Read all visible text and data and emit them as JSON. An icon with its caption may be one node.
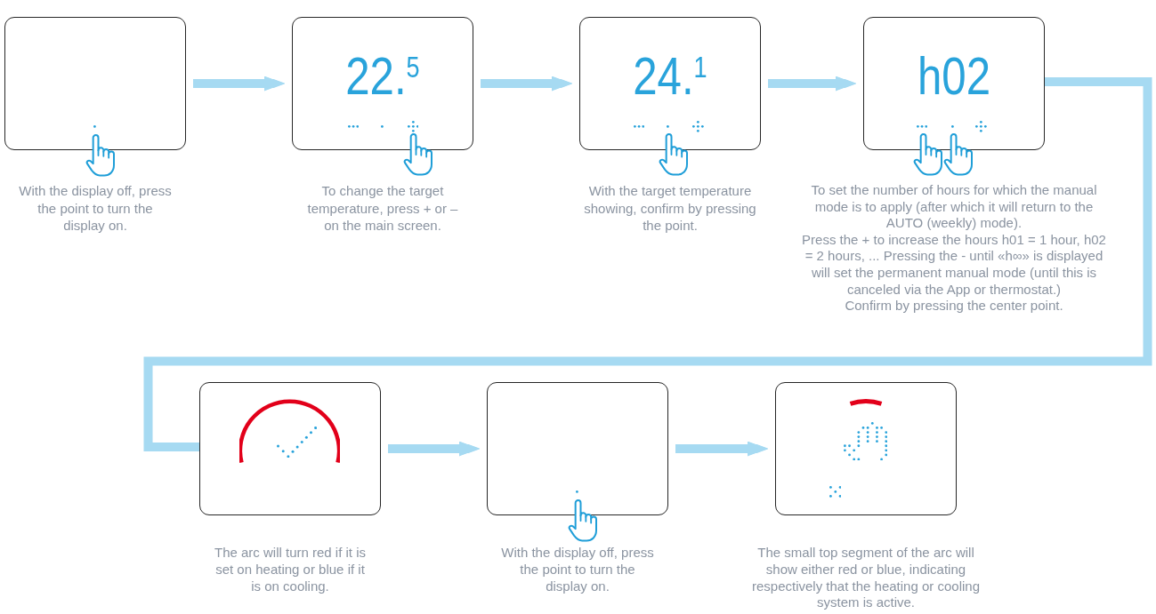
{
  "diagram": {
    "nodes": [
      {
        "text": [],
        "shape": "box",
        "beside": [
          "With the display off, press the point to turn the display on."
        ]
      },
      {
        "text": [
          "22.$^{5}$"
        ],
        "beside": [
          "To change the target temperature, press + or – on the main screen."
        ]
      },
      {
        "text": [
          "24.$^{1}$"
        ],
        "beside": [
          "With the target temperature showing, confirm by pressing the point."
        ]
      },
      {
        "text": [
          "h02"
        ],
        "beside": [
          "To set the number of hours for which the manual mode is to apply (after which it will return to the AUTO (weekly) mode).",
          "Press the + to increase the hours h01 = 1 hour, h02 = 2 hours, ... Pressing the - until «h∞» is displayed will set the permanent manual mode (until this is canceled via the App or thermostat.)",
          "Confirm by pressing the center point."
        ]
      },
      {
        "text": [],
        "shape": "box",
        "beside": [
          "The arc will turn red if it is set on heating or blue if it is on cooling."
        ]
      },
      {
        "text": [],
        "shape": "box",
        "beside": [
          "With the display off, press the point to turn the display on."
        ]
      },
      {
        "text": [],
        "shape": "box",
        "beside": [
          "The small top segment of the arc will show either red or blue, indicating respectively that the heating or cooling system is active."
        ]
      }
    ],
    "edges": [
      {
        "from": 0,
        "to": 1,
        "arrow": "to"
      },
      {
        "from": 1,
        "to": 2,
        "arrow": "to"
      },
      {
        "from": 2,
        "to": 3,
        "arrow": "to"
      },
      {
        "from": 3,
        "to": 4,
        "arrow": "none"
      },
      {
        "from": 4,
        "to": 5,
        "arrow": "to"
      },
      {
        "from": 5,
        "to": 6,
        "arrow": "to"
      }
    ]
  }
}
